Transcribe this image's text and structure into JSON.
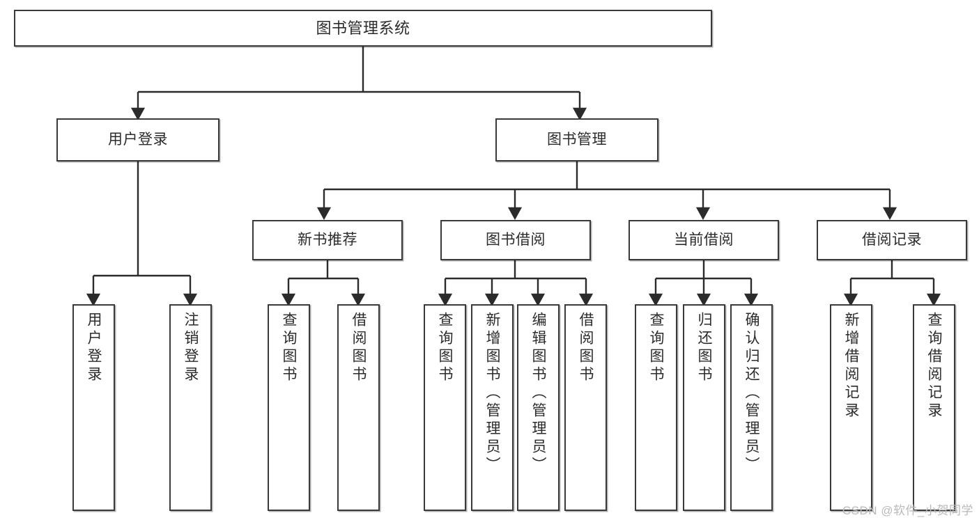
{
  "diagram": {
    "title": "图书管理系统",
    "type": "tree-hierarchy",
    "watermark": "CSDN @软件_小贺同学",
    "colors": {
      "box_border": "#3a3a3a",
      "box_fill": "#ffffff",
      "connector": "#2b2b2b",
      "text": "#2b2b2b",
      "watermark": "#b9b9b9"
    },
    "nodes": {
      "root": {
        "label": "图书管理系统"
      },
      "level1": [
        {
          "label": "用户登录"
        },
        {
          "label": "图书管理"
        }
      ],
      "level2": [
        {
          "label": "新书推荐"
        },
        {
          "label": "图书借阅"
        },
        {
          "label": "当前借阅"
        },
        {
          "label": "借阅记录"
        }
      ],
      "leaves": {
        "user_login": [
          {
            "label": "用户登录"
          },
          {
            "label": "注销登录"
          }
        ],
        "new_book_recommend": [
          {
            "label": "查询图书"
          },
          {
            "label": "借阅图书"
          }
        ],
        "book_borrow": [
          {
            "label": "查询图书"
          },
          {
            "label": "新增图书（管理员）"
          },
          {
            "label": "编辑图书（管理员）"
          },
          {
            "label": "借阅图书"
          }
        ],
        "current_borrow": [
          {
            "label": "查询图书"
          },
          {
            "label": "归还图书"
          },
          {
            "label": "确认归还（管理员）"
          }
        ],
        "borrow_record": [
          {
            "label": "新增借阅记录"
          },
          {
            "label": "查询借阅记录"
          }
        ]
      }
    }
  }
}
